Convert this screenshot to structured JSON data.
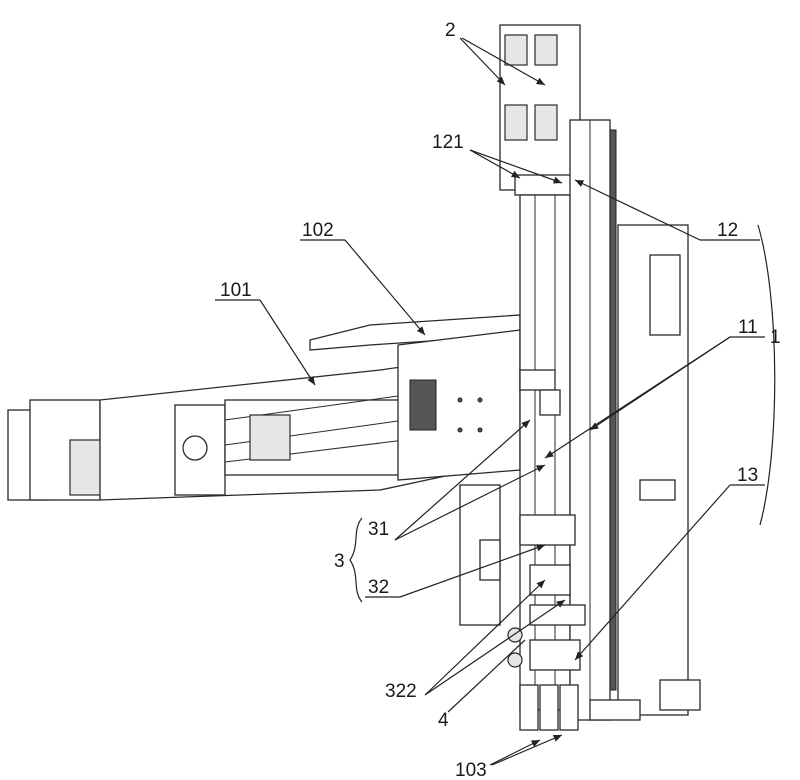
{
  "figure": {
    "labels": {
      "l2": "2",
      "l121": "121",
      "l12": "12",
      "l102": "102",
      "l101": "101",
      "l11": "11",
      "l1": "1",
      "l13": "13",
      "l31": "31",
      "l3": "3",
      "l32": "32",
      "l322": "322",
      "l4": "4",
      "l103": "103"
    }
  }
}
